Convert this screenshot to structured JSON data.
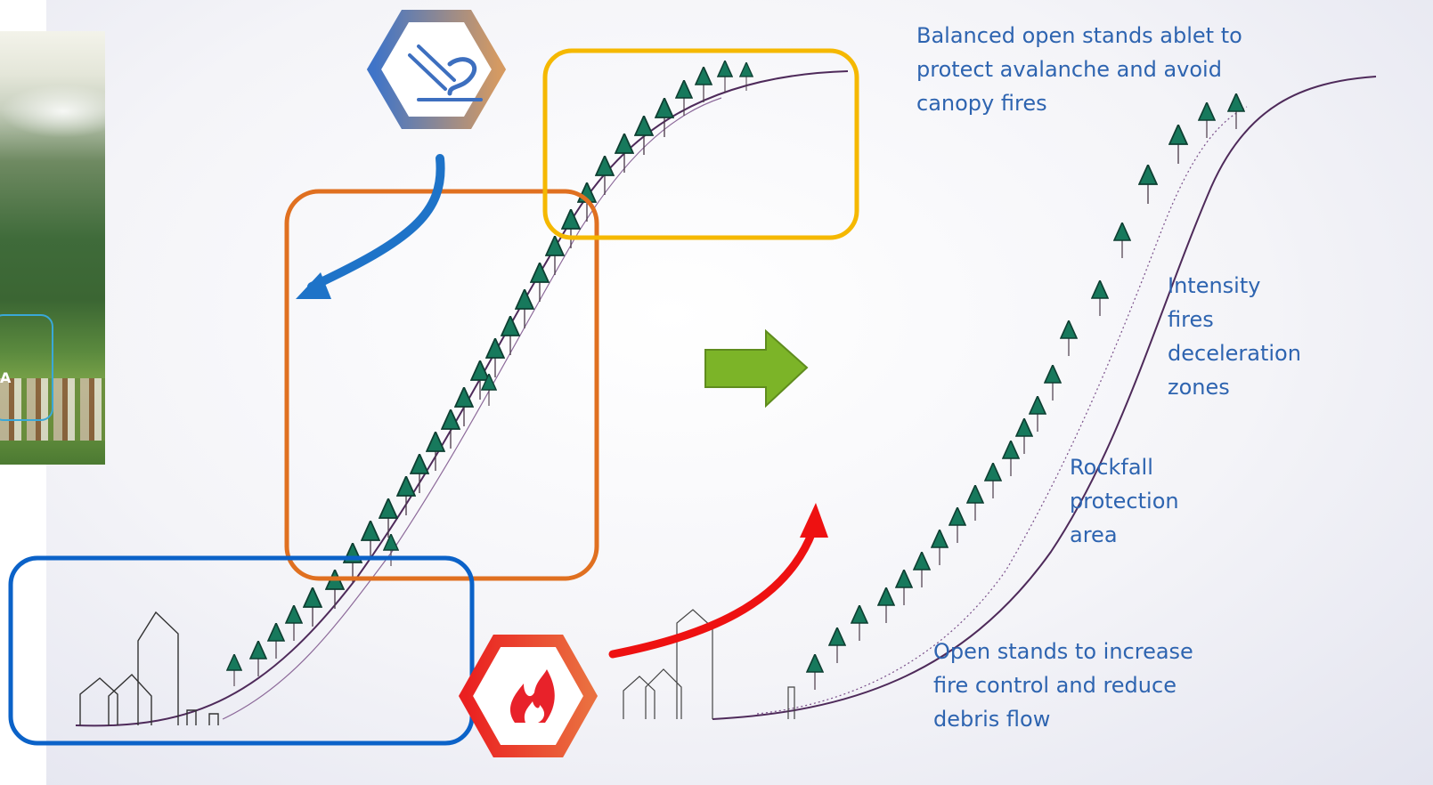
{
  "photo": {
    "label": "A"
  },
  "annotations": {
    "balanced": "Balanced open stands ablet to\nprotect avalanche and avoid\ncanopy fires",
    "intensity": "Intensity\nfires\ndeceleration\nzones",
    "rockfall": "Rockfall\nprotection\narea",
    "open_stands": "Open stands to increase\nfire control and reduce\ndebris flow"
  },
  "icons": {
    "avalanche": "avalanche-hazard-icon",
    "fire": "fire-hazard-icon"
  },
  "colors": {
    "text": "#2e64b0",
    "avalanche_box": "#e07020",
    "canopy_box": "#f5b800",
    "debris_box": "#0b62c8",
    "blue_arrow": "#1e73c8",
    "red_arrow": "#ee1111",
    "green_arrow": "#7cb428"
  }
}
